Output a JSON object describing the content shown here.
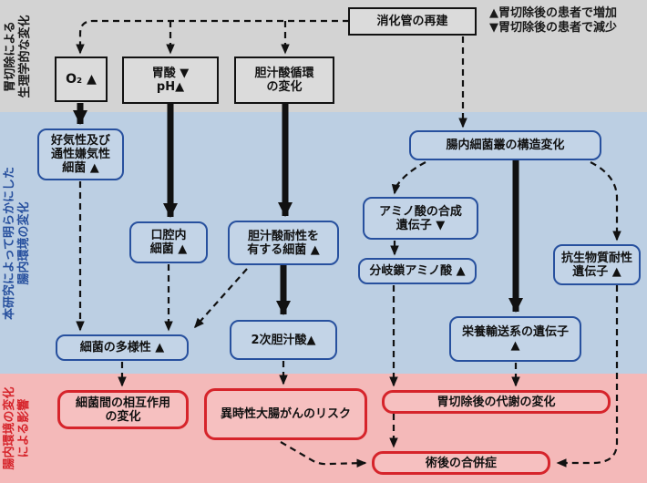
{
  "colors": {
    "band_physiological": "#d3d3d3",
    "band_intestinal": "#bccfe3",
    "band_impact": "#f4b9b9",
    "blue_border": "#27509e",
    "red_border": "#d6242b",
    "arrow": "#111111"
  },
  "legend": {
    "line1": "▲胃切除後の患者で増加",
    "line2": "▼胃切除後の患者で減少"
  },
  "bands": {
    "physiological": {
      "label1": "胃切除による",
      "label2": "生理学的な変化"
    },
    "intestinal": {
      "label1": "本研究によって明らかにした",
      "label2": "腸内環境の変化"
    },
    "impact": {
      "label1": "腸内環境の変化",
      "label2": "による影響"
    }
  },
  "nodes": {
    "reconstruction": {
      "lines": [
        "消化管の再建"
      ]
    },
    "o2": {
      "lines": [
        "O₂ ▲"
      ]
    },
    "gastric_acid": {
      "lines": [
        "胃酸 ▼",
        "pH▲"
      ]
    },
    "bile_circulation": {
      "lines": [
        "胆汁酸循環",
        "の変化"
      ]
    },
    "aerobic_bacteria": {
      "lines": [
        "好気性及び",
        "通性嫌気性",
        "細菌 ▲"
      ]
    },
    "oral_bacteria": {
      "lines": [
        "口腔内",
        "細菌 ▲"
      ]
    },
    "bile_resistant_bacteria": {
      "lines": [
        "胆汁酸耐性を",
        "有する細菌 ▲"
      ]
    },
    "microbiota_structure": {
      "lines": [
        "腸内細菌叢の構造変化"
      ]
    },
    "amino_acid_genes": {
      "lines": [
        "アミノ酸の合成",
        "遺伝子 ▼"
      ]
    },
    "bcaa": {
      "lines": [
        "分岐鎖アミノ酸 ▲"
      ]
    },
    "antibiotic_resistance_genes": {
      "lines": [
        "抗生物質耐性",
        "遺伝子 ▲"
      ]
    },
    "bacterial_diversity": {
      "lines": [
        "細菌の多様性 ▲"
      ]
    },
    "secondary_bile_acids": {
      "lines": [
        "2次胆汁酸▲"
      ]
    },
    "nutrient_transport_genes": {
      "lines": [
        "栄養輸送系の遺伝子",
        "▲"
      ]
    },
    "bacterial_interaction": {
      "lines": [
        "細菌間の相互作用",
        "の変化"
      ]
    },
    "colorectal_cancer_risk": {
      "lines": [
        "異時性大腸がんのリスク"
      ]
    },
    "metabolic_changes": {
      "lines": [
        "胃切除後の代謝の変化"
      ]
    },
    "postoperative_complications": {
      "lines": [
        "術後の合併症"
      ]
    }
  }
}
